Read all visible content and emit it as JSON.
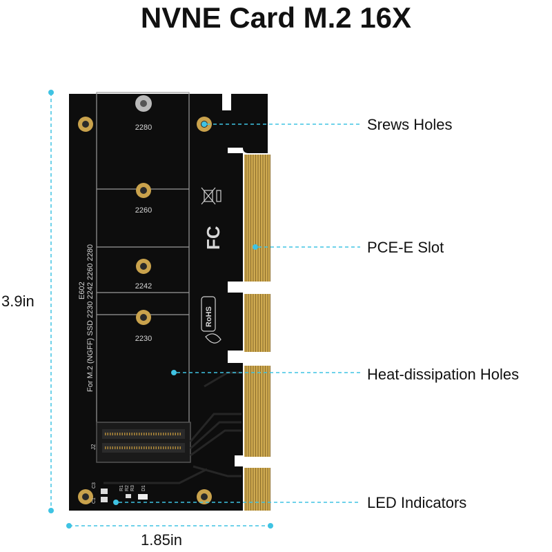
{
  "title": "NVNE Card M.2 16X",
  "dimensions": {
    "height": "3.9in",
    "width": "1.85in"
  },
  "callouts": {
    "screw_holes": "Srews Holes",
    "pcie_slot": "PCE-E Slot",
    "heat_holes": "Heat-dissipation Holes",
    "led": "LED Indicators"
  },
  "board": {
    "size_labels": [
      "2280",
      "2260",
      "2242",
      "2230"
    ],
    "model": "E602",
    "desc_line1": "For M.2 (NGFF) SSD 2230 2242 2260 2280",
    "rohs": "RoHS",
    "fc": "FC",
    "connector": "J2",
    "led_refs": [
      "C3",
      "C1",
      "R1",
      "R2",
      "R3",
      "D1"
    ]
  },
  "colors": {
    "accent": "#3fc3e3",
    "board": "#0d0d0d",
    "gold": "#c8a24a"
  }
}
